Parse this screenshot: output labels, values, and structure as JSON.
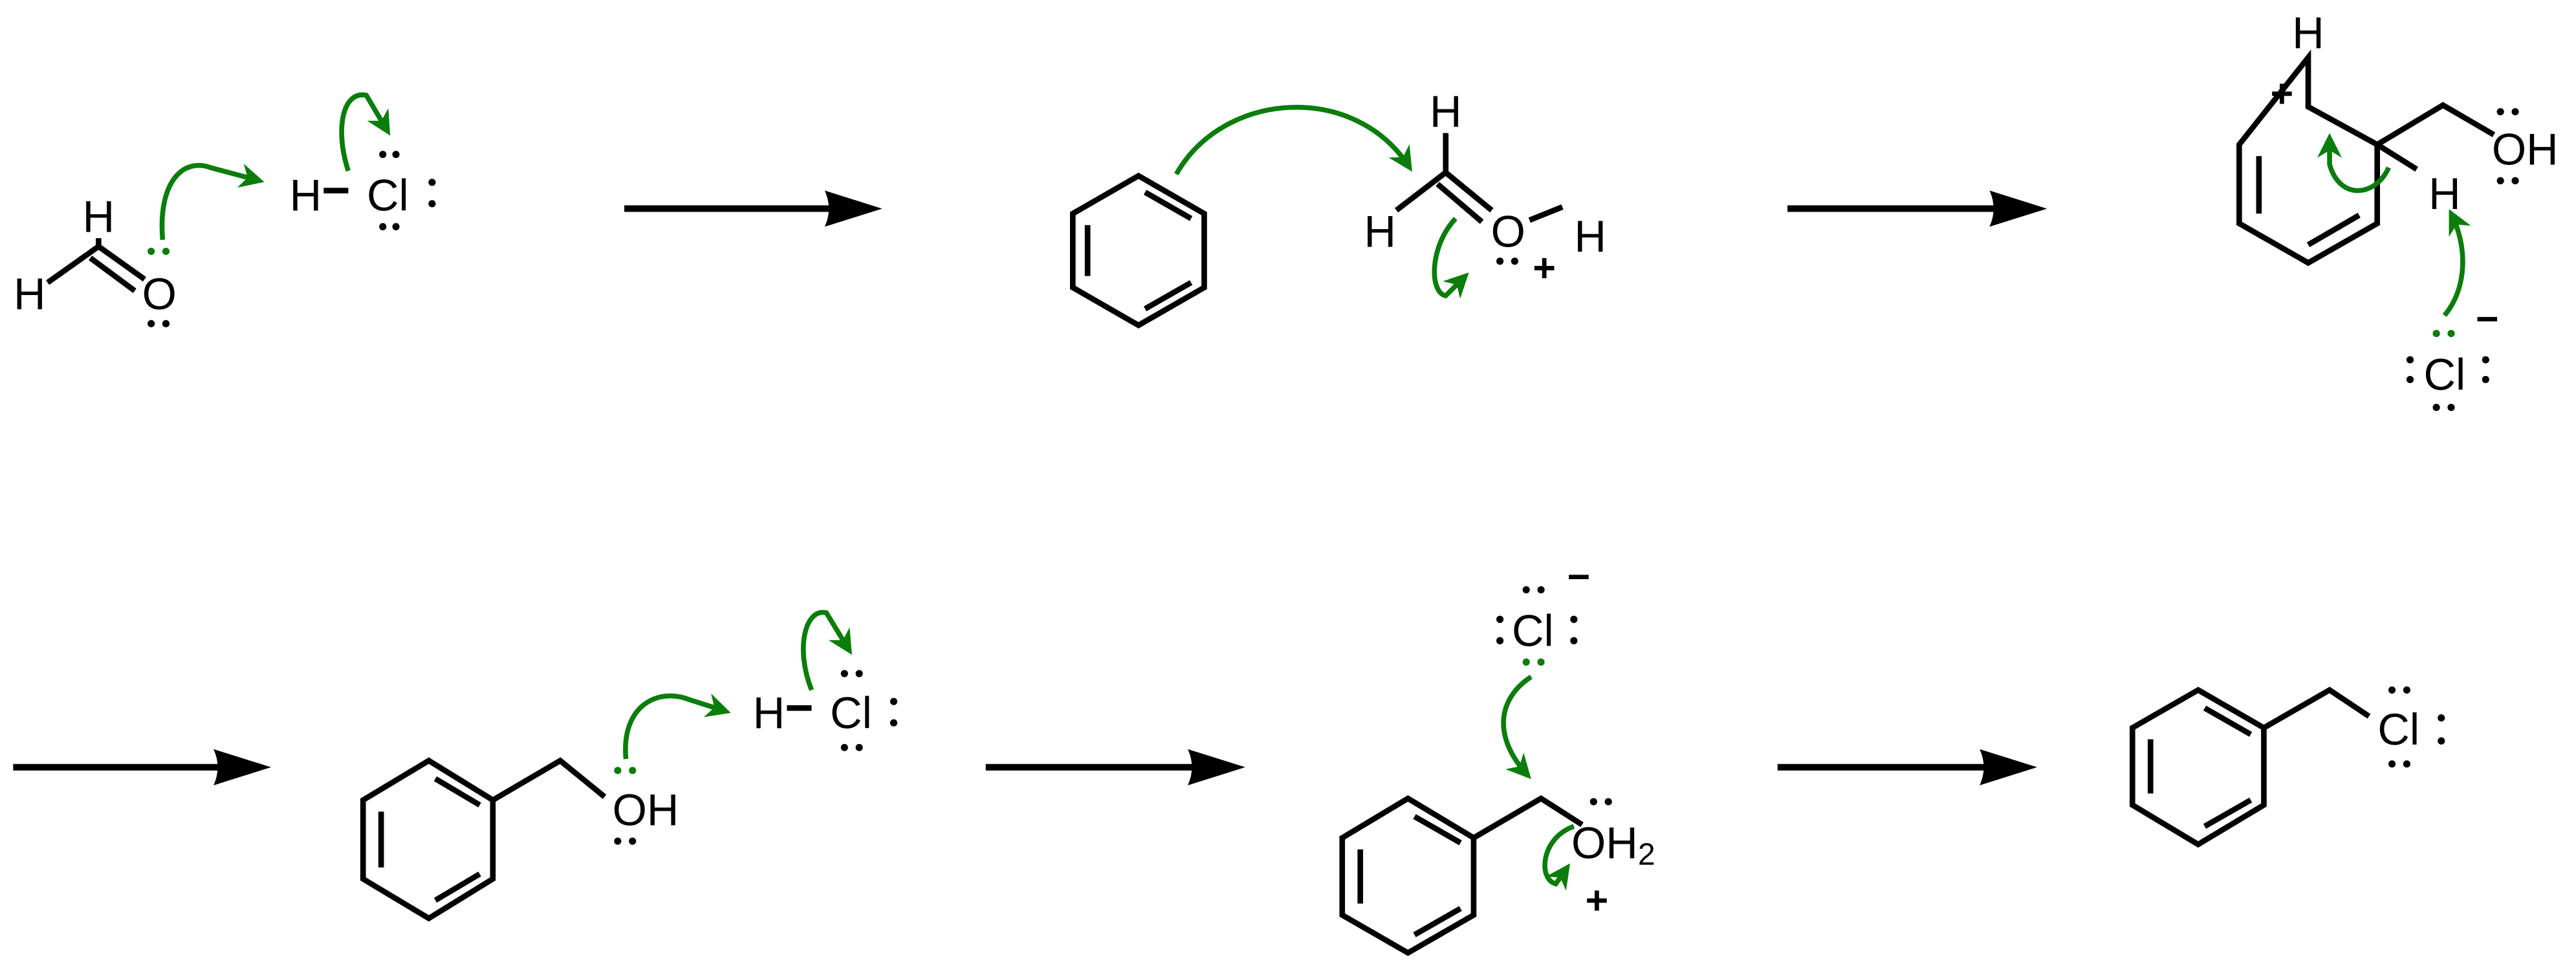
{
  "colors": {
    "bonds": "#000000",
    "electron_arrows": "#0a7d0a",
    "lone_pair_highlight": "#0a7d0a"
  },
  "labels": [
    "H",
    "H",
    "O",
    "H",
    "Cl",
    "H",
    "H",
    "O",
    "H",
    "H",
    "OH",
    "H",
    "Cl",
    "OH",
    "H",
    "Cl",
    "Cl",
    "OH",
    "Cl"
  ],
  "subscripts": {
    "oxonium_h2": "2"
  },
  "charges": {
    "protonated_o": "+",
    "arenium": "+",
    "chloride_1": "−",
    "chloride_2": "−",
    "oxonium": "+"
  }
}
